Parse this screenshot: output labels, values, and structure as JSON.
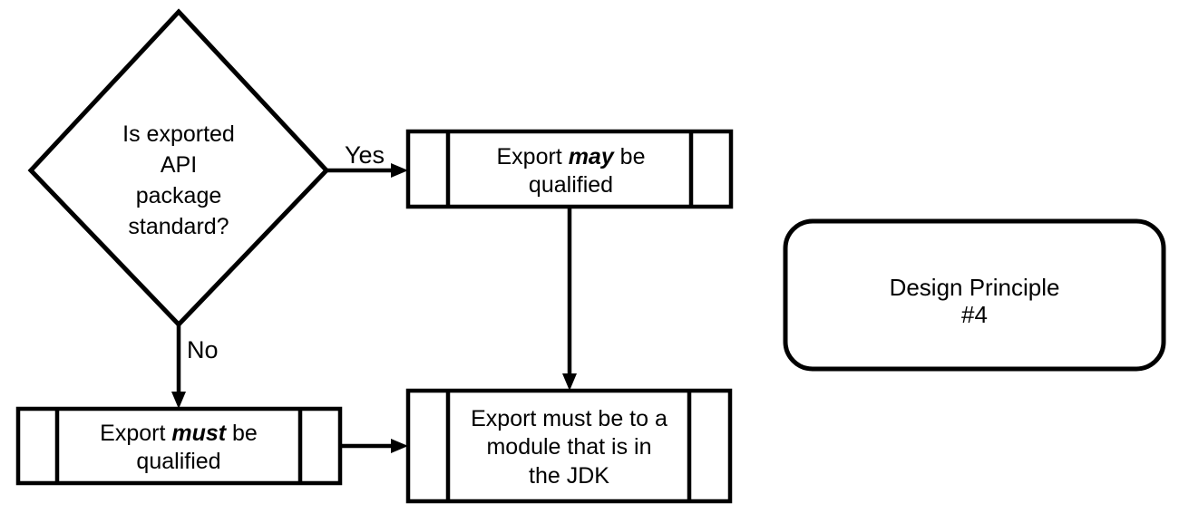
{
  "diagram": {
    "decision": {
      "lines": [
        "Is exported",
        "API",
        "package",
        "standard?"
      ]
    },
    "edges": {
      "yes_label": "Yes",
      "no_label": "No"
    },
    "boxes": {
      "may": {
        "line1_prefix": "Export ",
        "line1_emphasis": "may",
        "line1_suffix": " be",
        "line2": "qualified"
      },
      "must": {
        "line1_prefix": "Export ",
        "line1_emphasis": "must",
        "line1_suffix": " be",
        "line2": "qualified"
      },
      "jdk": {
        "lines": [
          "Export must be to a",
          "module that is in",
          "the JDK"
        ]
      }
    },
    "note": {
      "lines": [
        "Design Principle",
        "#4"
      ]
    },
    "colors": {
      "stroke": "#000000",
      "background": "#ffffff"
    }
  }
}
